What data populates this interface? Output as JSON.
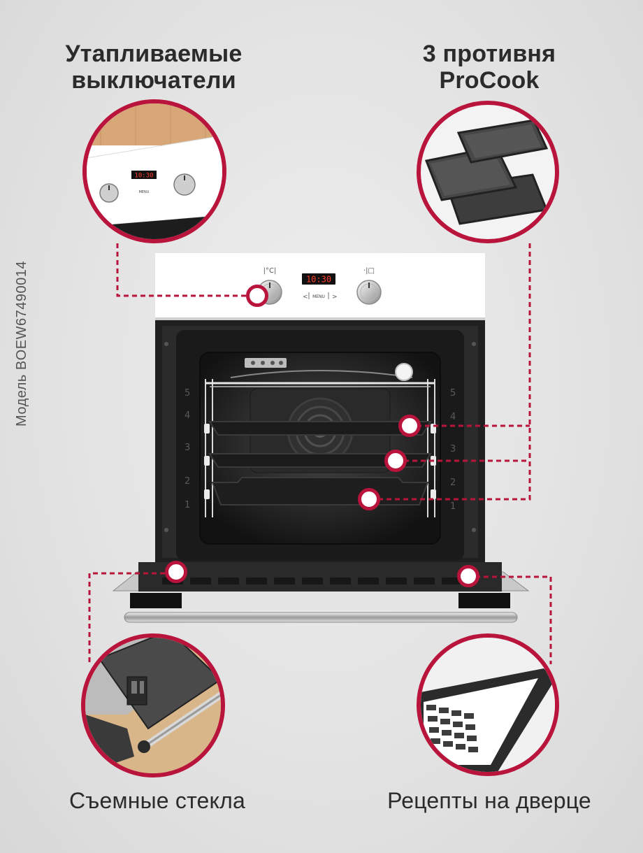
{
  "captions": {
    "top_left": [
      "Утапливаемые",
      "выключатели"
    ],
    "top_right": [
      "3 противня",
      "ProCook"
    ],
    "bottom_left": "Съемные стекла",
    "bottom_right": "Рецепты на дверце"
  },
  "model_label": "Модель BOEW67490014",
  "display": {
    "time": "10:30",
    "menu": "MENU",
    "left_arrow": "<",
    "right_arrow": ">"
  },
  "rack_levels": [
    "5",
    "4",
    "3",
    "2",
    "1"
  ],
  "colors": {
    "accent": "#b8143c",
    "panel": "#ffffff",
    "oven_body": "#1f1f1f",
    "display_digits": "#ff3b2a"
  }
}
